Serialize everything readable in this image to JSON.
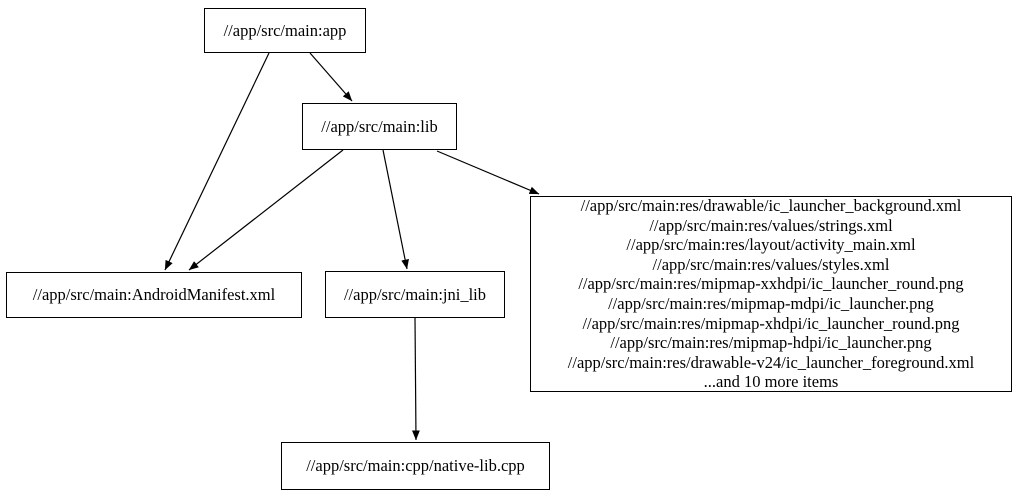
{
  "diagram": {
    "type": "directed-dependency-graph",
    "background": "#ffffff",
    "colors": {
      "node_border": "#000000",
      "node_fill": "#ffffff",
      "text": "#000000",
      "edge": "#000000"
    },
    "nodes": {
      "app": {
        "label": "//app/src/main:app"
      },
      "lib": {
        "label": "//app/src/main:lib"
      },
      "android_manifest": {
        "label": "//app/src/main:AndroidManifest.xml"
      },
      "jni_lib": {
        "label": "//app/src/main:jni_lib"
      },
      "resources": {
        "lines": [
          "//app/src/main:res/drawable/ic_launcher_background.xml",
          "//app/src/main:res/values/strings.xml",
          "//app/src/main:res/layout/activity_main.xml",
          "//app/src/main:res/values/styles.xml",
          "//app/src/main:res/mipmap-xxhdpi/ic_launcher_round.png",
          "//app/src/main:res/mipmap-mdpi/ic_launcher.png",
          "//app/src/main:res/mipmap-xhdpi/ic_launcher_round.png",
          "//app/src/main:res/mipmap-hdpi/ic_launcher.png",
          "//app/src/main:res/drawable-v24/ic_launcher_foreground.xml",
          "...and 10 more items"
        ]
      },
      "native_lib_cpp": {
        "label": "//app/src/main:cpp/native-lib.cpp"
      }
    },
    "edges": [
      {
        "from": "app",
        "to": "android_manifest"
      },
      {
        "from": "app",
        "to": "lib"
      },
      {
        "from": "lib",
        "to": "android_manifest"
      },
      {
        "from": "lib",
        "to": "jni_lib"
      },
      {
        "from": "lib",
        "to": "resources"
      },
      {
        "from": "jni_lib",
        "to": "native_lib_cpp"
      }
    ]
  }
}
